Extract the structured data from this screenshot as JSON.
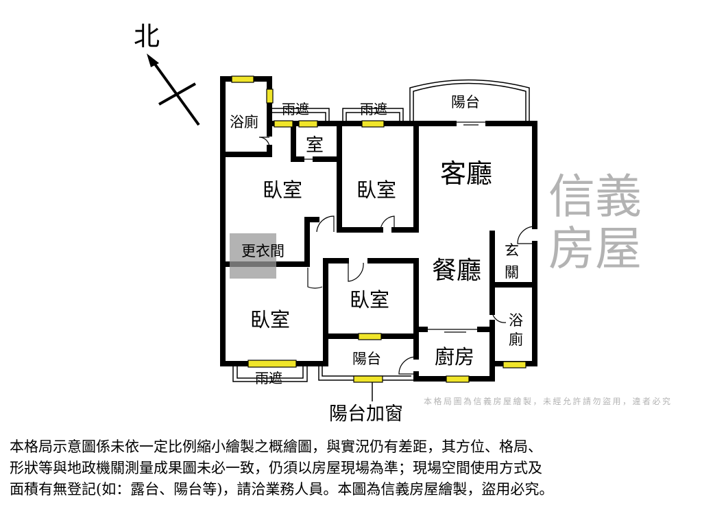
{
  "compass": {
    "label": "北"
  },
  "watermark": {
    "brand": "信義房屋",
    "notice": "本格局圖為信義房屋繪製，未經允許請勿盜用，違者必究"
  },
  "rooms": {
    "bath1": "浴廁",
    "canopy1": "雨遮",
    "canopy2": "雨遮",
    "small_room": "室",
    "balcony_top": "陽台",
    "living": "客廳",
    "bedroom1": "臥室",
    "bedroom2": "臥室",
    "closet": "更衣間",
    "entry_1": "玄",
    "entry_2": "關",
    "dining": "餐廳",
    "bedroom3": "臥室",
    "bedroom4": "臥室",
    "bath2_1": "浴",
    "bath2_2": "廁",
    "kitchen": "廚房",
    "balcony_bottom": "陽台",
    "canopy3": "雨遮",
    "balcony_window": "陽台加窗"
  },
  "colors": {
    "wall": "#000000",
    "window": "#f0e52a",
    "watermark": "#9a9a9a"
  },
  "disclaimer": [
    "本格局示意圖係未依一定比例縮小繪製之概繪圖，與實況仍有差距，其方位、格局、",
    "形狀等與地政機關測量成果圖未必一致，仍須以房屋現場為準；現場空間使用方式及",
    "面積有無登記(如：露台、陽台等)，請洽業務人員。本圖為信義房屋繪製，盜用必究。"
  ]
}
